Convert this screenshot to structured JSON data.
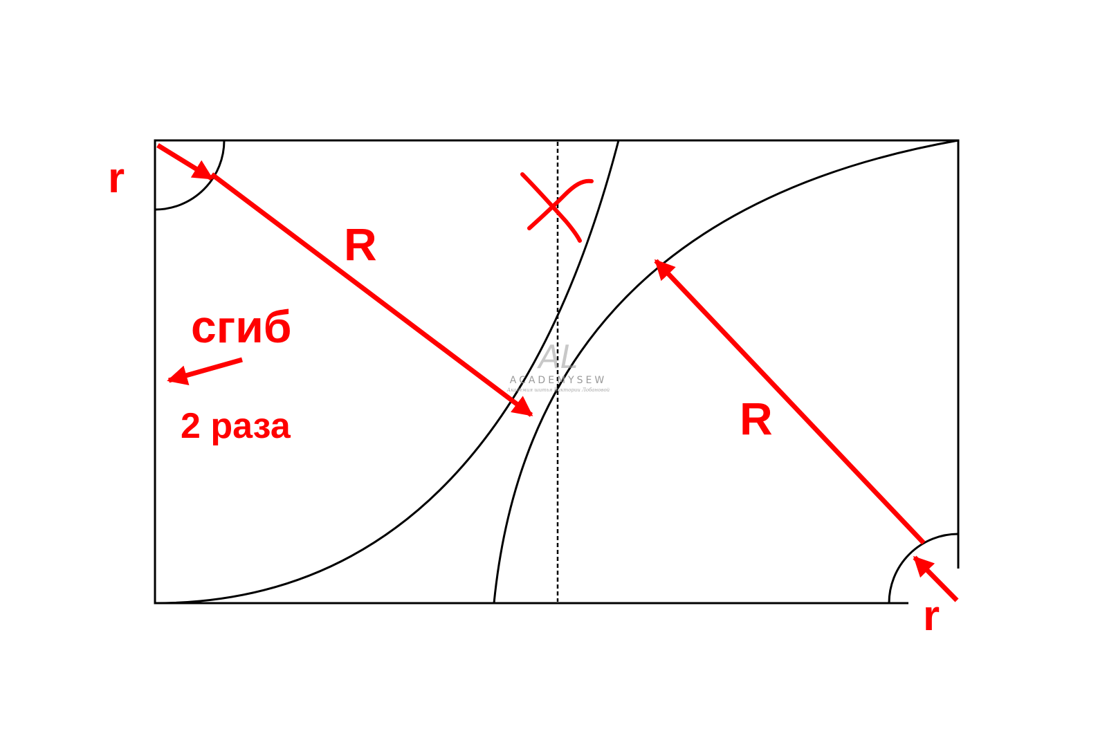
{
  "labels": {
    "small_radius_top": "r",
    "large_radius_left": "R",
    "fold": "сгиб",
    "fold_times": "2 раза",
    "large_radius_right": "R",
    "small_radius_bottom": "r"
  },
  "watermark": {
    "monogram": "AL",
    "brand": "ACADEMYSEW",
    "tagline": "Академия шитья Виктории Лобановой"
  },
  "colors": {
    "annotation": "#ff0000",
    "outline": "#000000",
    "watermark": "#9a9a9a"
  }
}
